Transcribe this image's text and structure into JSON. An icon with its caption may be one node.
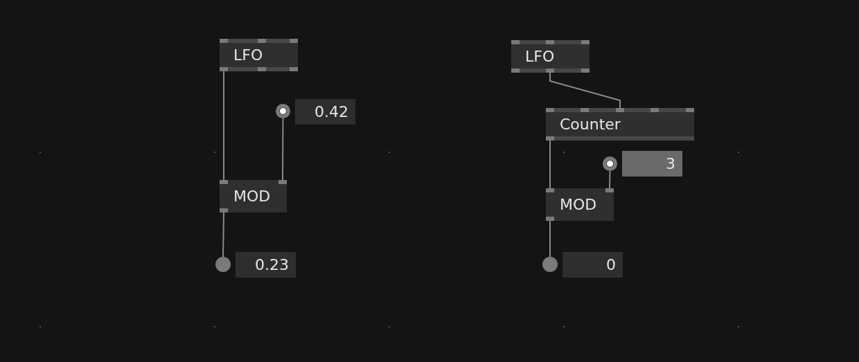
{
  "diagram": {
    "nodes": [
      {
        "text": [
          "LFO"
        ]
      },
      {
        "text": [],
        "shape": "circle"
      },
      {
        "text": [
          "0.42"
        ]
      },
      {
        "text": [
          "MOD"
        ]
      },
      {
        "text": [],
        "shape": "circle"
      },
      {
        "text": [
          "0.23"
        ]
      },
      {
        "text": [
          "LFO"
        ]
      },
      {
        "text": [
          "Counter"
        ]
      },
      {
        "text": [],
        "shape": "circle"
      },
      {
        "text": [
          "3"
        ]
      },
      {
        "text": [
          "MOD"
        ]
      },
      {
        "text": [],
        "shape": "circle"
      },
      {
        "text": [
          "0"
        ]
      }
    ],
    "edges": [
      {
        "from": 0,
        "to": 3,
        "arrow": "none"
      },
      {
        "from": 1,
        "to": 3,
        "arrow": "none"
      },
      {
        "from": 3,
        "to": 4,
        "arrow": "none"
      },
      {
        "from": 6,
        "to": 7,
        "arrow": "none"
      },
      {
        "from": 7,
        "to": 10,
        "arrow": "none"
      },
      {
        "from": 8,
        "to": 10,
        "arrow": "none"
      },
      {
        "from": 10,
        "to": 11,
        "arrow": "none"
      }
    ]
  }
}
